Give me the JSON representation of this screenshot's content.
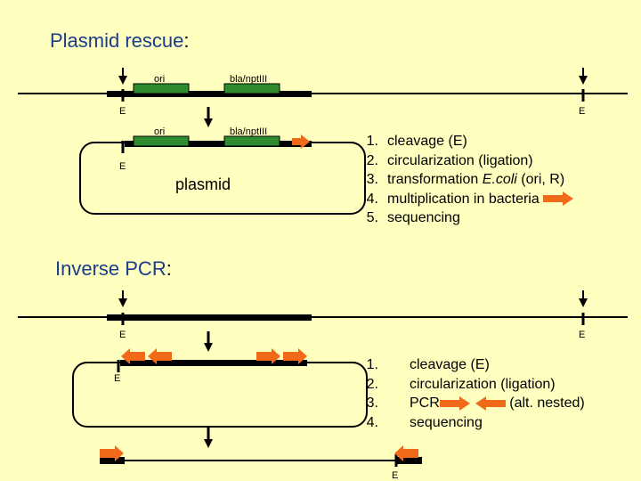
{
  "rescue": {
    "title": "Plasmid rescue",
    "title_colon": ":",
    "labels": {
      "ori": "ori",
      "bla": "bla/nptIII",
      "e": "E",
      "plasmid": "plasmid"
    },
    "steps": [
      {
        "num": "1.",
        "text": "cleavage (E)"
      },
      {
        "num": "2.",
        "text": "circularization (ligation)"
      },
      {
        "num": "3.",
        "text_before": "transformation ",
        "text_italic": "E.coli",
        "text_after": " (ori, R)"
      },
      {
        "num": "4.",
        "text": "multiplication in bacteria"
      },
      {
        "num": "5.",
        "text": "sequencing"
      }
    ]
  },
  "pcr": {
    "title": "Inverse PCR",
    "title_colon": ":",
    "labels": {
      "e": "E"
    },
    "steps": [
      {
        "num": "1.",
        "text": "cleavage (E)"
      },
      {
        "num": "2.",
        "text": "circularization (ligation)"
      },
      {
        "num": "3.",
        "text": "PCR",
        "text_after": "(alt. nested)"
      },
      {
        "num": "4.",
        "text": "sequencing"
      }
    ]
  },
  "colors": {
    "background": "#ffffc0",
    "title": "#1a3c8c",
    "marker_green": "#2e8b2e",
    "primer_orange": "#f06a1a",
    "dna_black": "#000000"
  }
}
